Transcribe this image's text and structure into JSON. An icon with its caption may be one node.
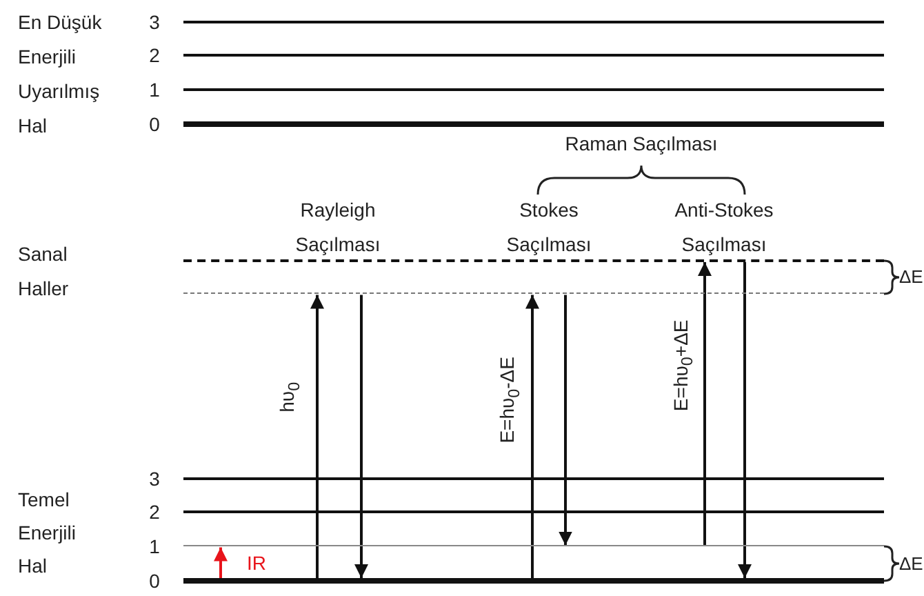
{
  "diagram": {
    "nodes": [
      {
        "text": [],
        "shape": "bar",
        "beside": [
          "3"
        ]
      },
      {
        "text": [],
        "shape": "bar",
        "beside": [
          "2"
        ]
      },
      {
        "text": [],
        "shape": "bar",
        "beside": [
          "1"
        ]
      },
      {
        "text": [],
        "shape": "bar",
        "beside": [
          "0"
        ]
      },
      {
        "text": [],
        "shape": "bar"
      },
      {
        "text": [],
        "shape": "bar"
      },
      {
        "text": [],
        "shape": "bar",
        "beside": [
          "3"
        ]
      },
      {
        "text": [],
        "shape": "bar",
        "beside": [
          "2"
        ]
      },
      {
        "text": [],
        "shape": "bar",
        "beside": [
          "1"
        ]
      },
      {
        "text": [],
        "shape": "bar",
        "beside": [
          "0"
        ]
      }
    ],
    "edges": [
      {
        "from": 9,
        "to": 8,
        "arrow": "to",
        "label": "IR",
        "color": "#e8141b"
      },
      {
        "from": 9,
        "to": 5,
        "arrow": "to",
        "label": "hυ$_{0}$"
      },
      {
        "from": 5,
        "to": 9,
        "arrow": "to"
      },
      {
        "from": 9,
        "to": 5,
        "arrow": "to",
        "label": "E=hυ$_{0}$-ΔE"
      },
      {
        "from": 5,
        "to": 8,
        "arrow": "to"
      },
      {
        "from": 8,
        "to": 4,
        "arrow": "to",
        "label": "E=hυ$_{0}$+ΔE"
      },
      {
        "from": 4,
        "to": 9,
        "arrow": "to"
      }
    ],
    "labels": [
      "En Düşük Enerjili Uyarılmış Hal",
      "Raman Saçılması",
      "Rayleigh Saçılması",
      "Stokes Saçılması",
      "Anti-Stokes Saçılması",
      "Sanal Haller",
      "ΔE",
      "Temel Enerjili Hal",
      "ΔE"
    ]
  }
}
